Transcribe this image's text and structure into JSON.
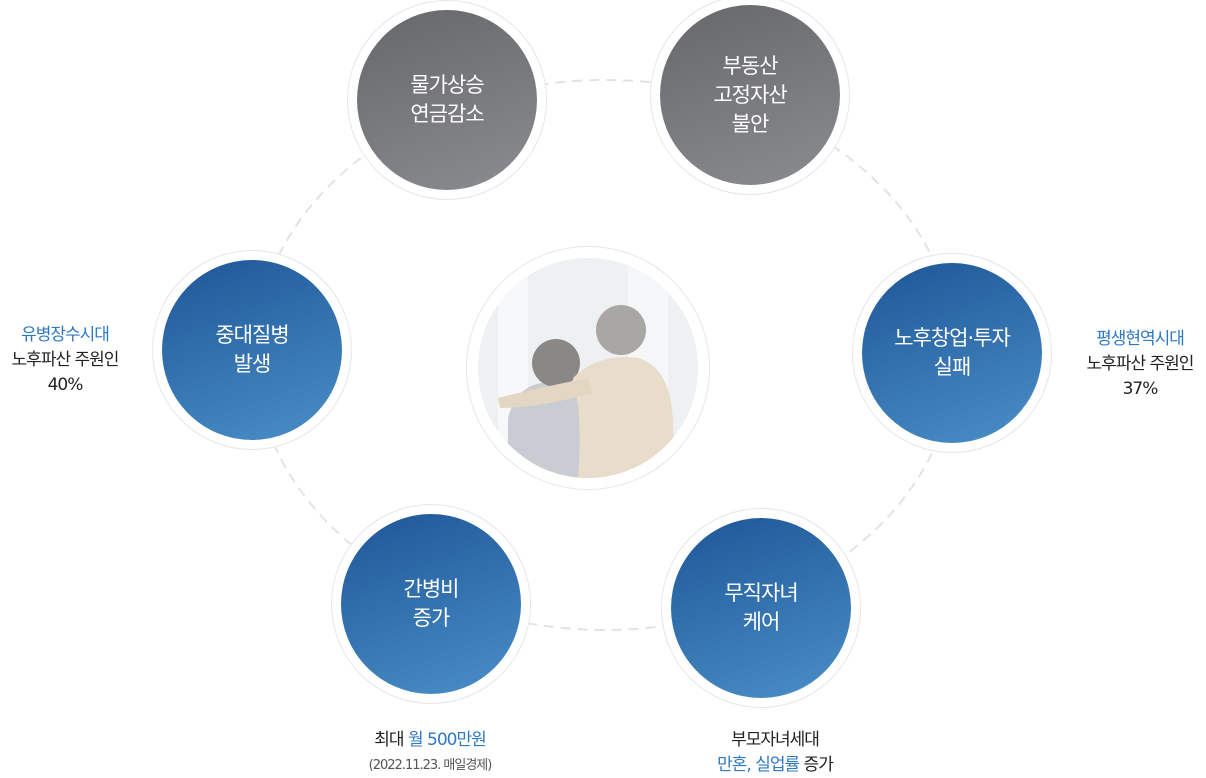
{
  "nodes": [
    {
      "id": "inflation",
      "lines": [
        "물가상승",
        "연금감소"
      ]
    },
    {
      "id": "real-estate",
      "lines": [
        "부동산",
        "고정자산",
        "불안"
      ]
    },
    {
      "id": "business",
      "lines": [
        "노후창업·투자",
        "실패"
      ]
    },
    {
      "id": "children",
      "lines": [
        "무직자녀",
        "케어"
      ]
    },
    {
      "id": "nursing",
      "lines": [
        "간병비",
        "증가"
      ]
    },
    {
      "id": "illness",
      "lines": [
        "중대질병",
        "발생"
      ]
    }
  ],
  "notes": {
    "left": {
      "highlight": "유병장수시대",
      "line2": "노후파산 주원인",
      "line3": "40%"
    },
    "right": {
      "highlight": "평생현역시대",
      "line2": "노후파산 주원인",
      "line3": "37%"
    },
    "bottom_left": {
      "prefix": "최대 ",
      "highlight": "월 500만원",
      "source": "(2022.11.23. 매일경제)"
    },
    "bottom_right": {
      "line1": "부모자녀세대",
      "highlight": "만혼, 실업률",
      "suffix": " 증가"
    }
  },
  "colors": {
    "gray": "#77787c",
    "blue": "#2f6fb0",
    "highlight": "#2f78c4"
  }
}
